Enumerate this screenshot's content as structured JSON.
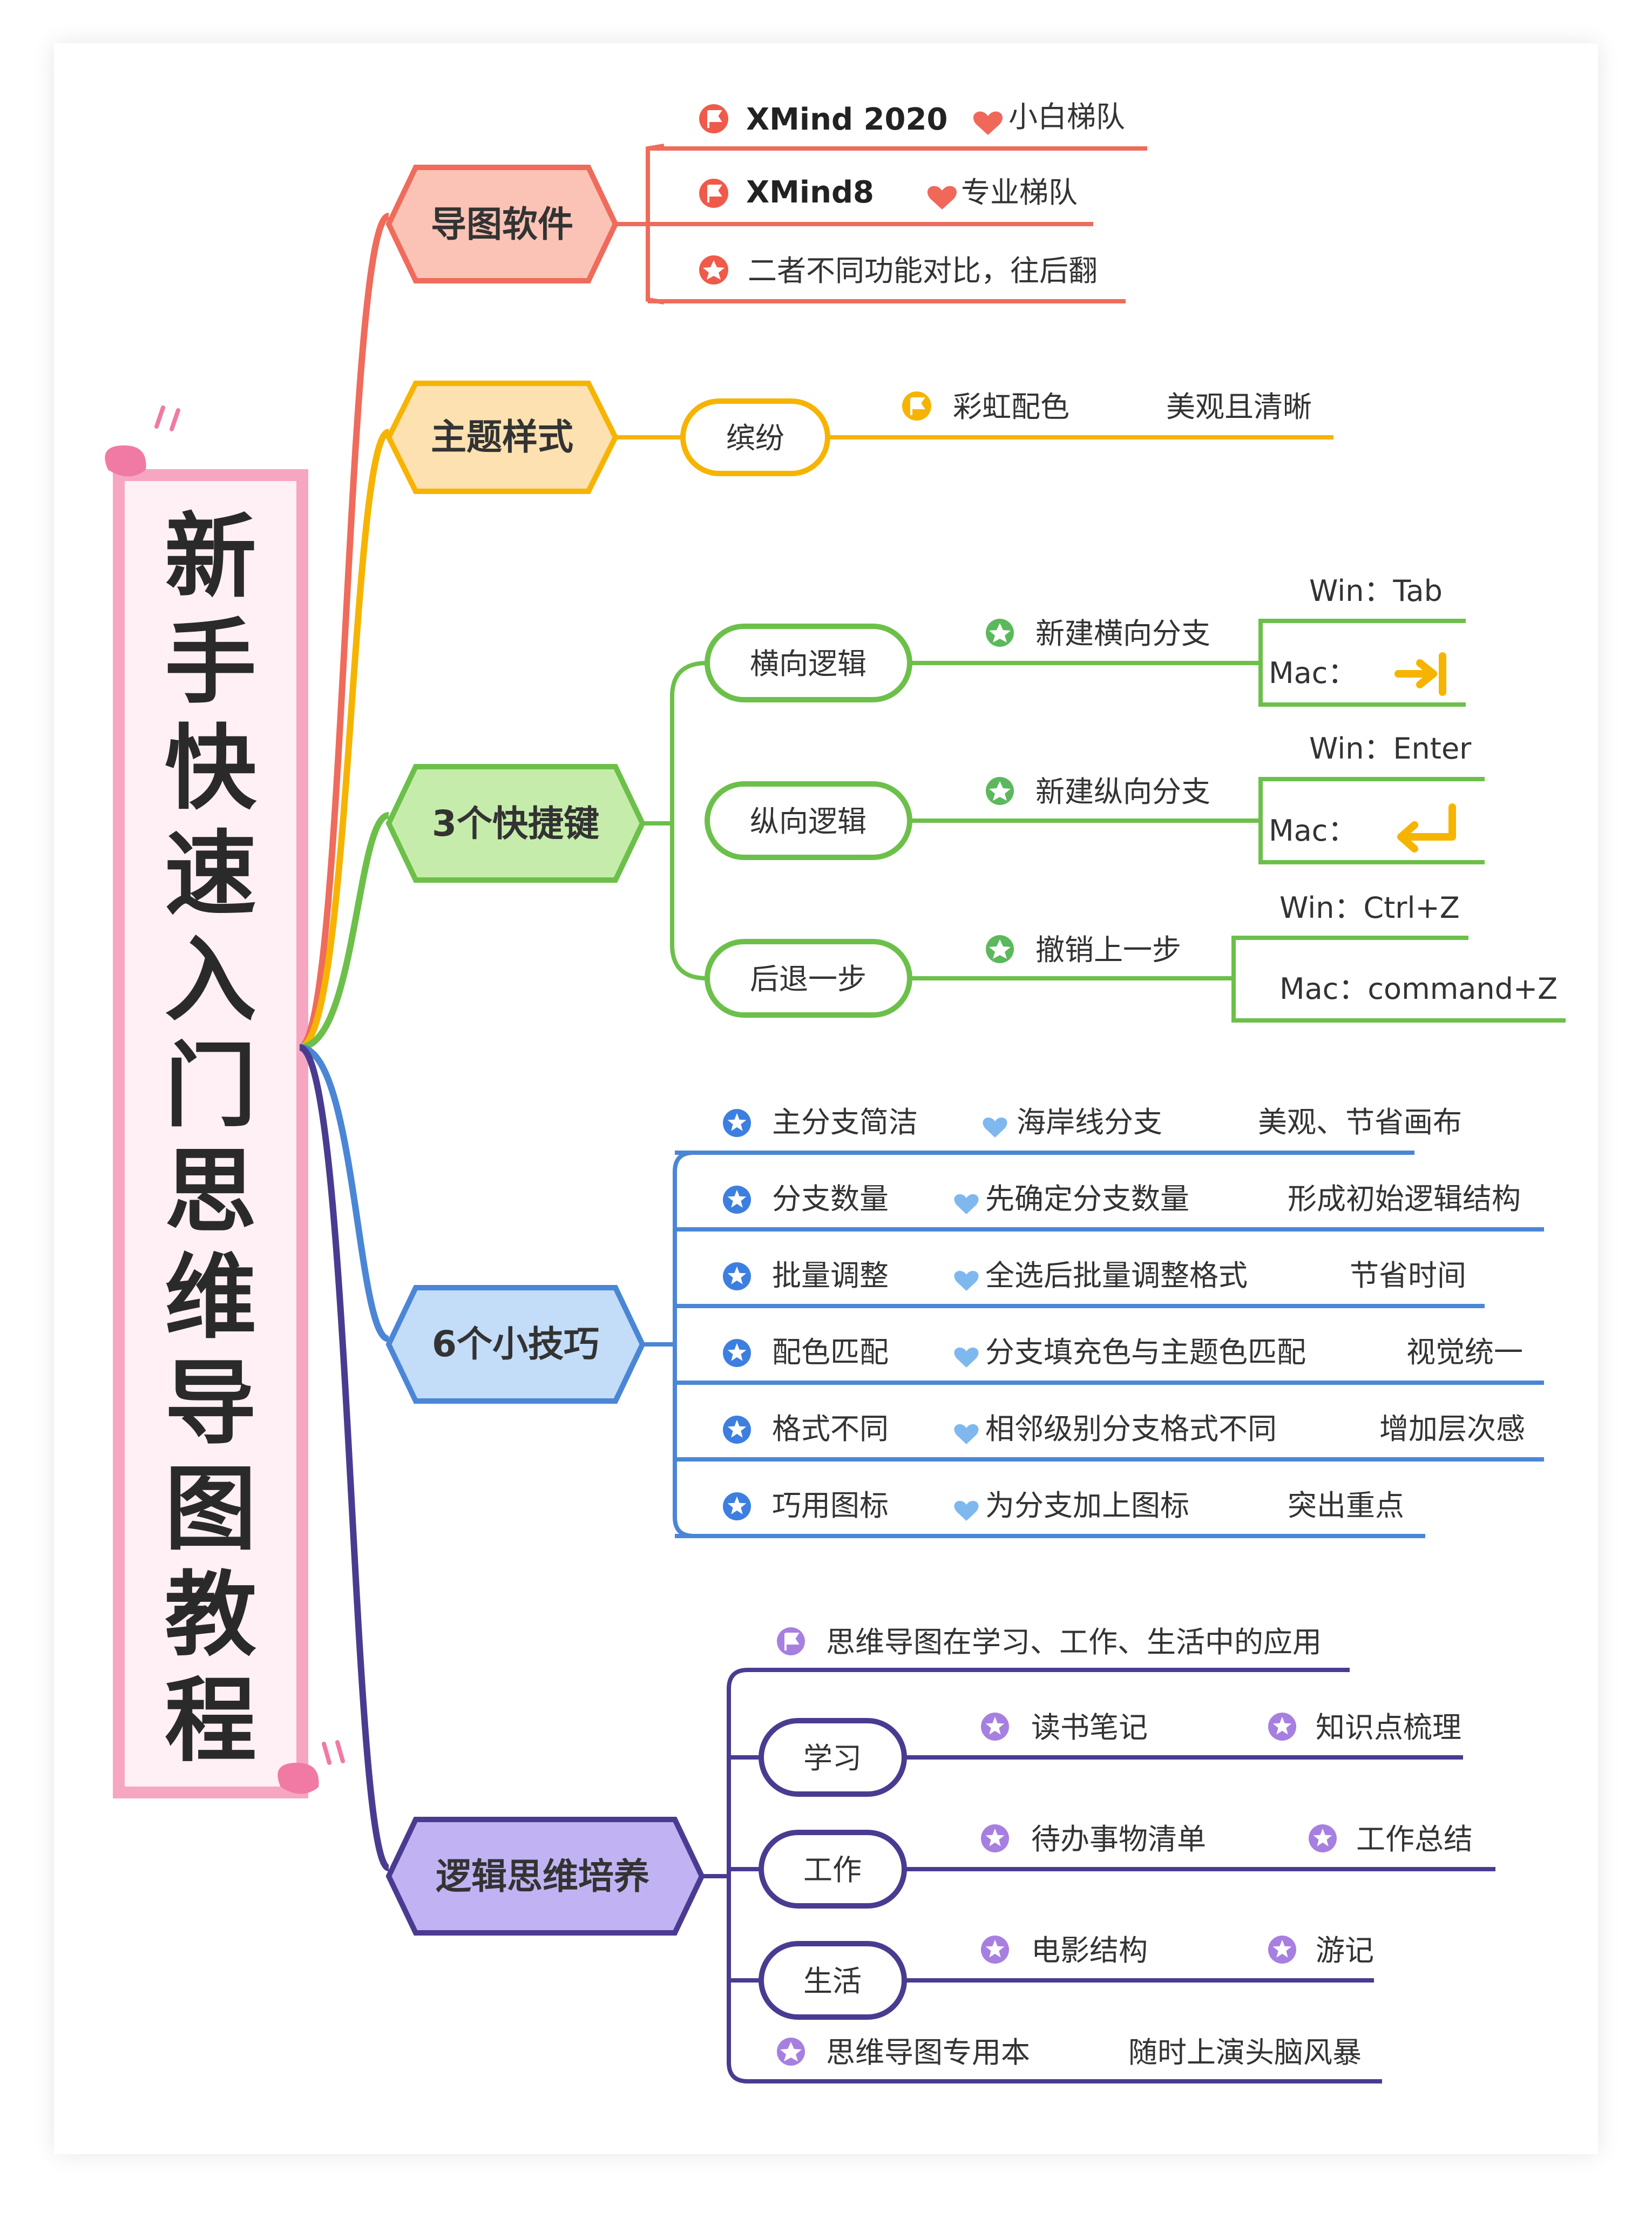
{
  "title": {
    "chars": [
      "新",
      "手",
      "快",
      "速",
      "入",
      "门",
      "思",
      "维",
      "导",
      "图",
      "教",
      "程"
    ]
  },
  "colors": {
    "software": "#ef6b5b",
    "theme": "#f6b400",
    "shortcut": "#6cc04a",
    "tips": "#4b86d6",
    "logic": "#4a3b91",
    "title_frame": "#f7a6c1",
    "title_fill": "#fff0f5"
  },
  "branches": {
    "software": {
      "label": "导图软件",
      "items": [
        {
          "icon": "red-flag-icon",
          "text": "XMind 2020",
          "note_icon": "heart-icon",
          "note": "小白梯队"
        },
        {
          "icon": "red-flag-icon",
          "text": "XMind8",
          "note_icon": "heart-icon",
          "note": "专业梯队"
        },
        {
          "icon": "red-star-icon",
          "text": "二者不同功能对比，往后翻"
        }
      ]
    },
    "theme": {
      "label": "主题样式",
      "sub": "缤纷",
      "item": {
        "icon": "yellow-flag-icon",
        "text": "彩虹配色",
        "extra": "美观且清晰"
      }
    },
    "shortcut": {
      "label": "3个快捷键",
      "groups": [
        {
          "label": "横向逻辑",
          "action": "新建横向分支",
          "win": "Win：Tab",
          "mac": "Mac："
        },
        {
          "label": "纵向逻辑",
          "action": "新建纵向分支",
          "win": "Win：Enter",
          "mac": "Mac："
        },
        {
          "label": "后退一步",
          "action": "撤销上一步",
          "win": "Win：Ctrl+Z",
          "mac": "Mac：command+Z"
        }
      ]
    },
    "tips": {
      "label": "6个小技巧",
      "rows": [
        {
          "a": "主分支简洁",
          "b": "海岸线分支",
          "c": "美观、节省画布"
        },
        {
          "a": "分支数量",
          "b": "先确定分支数量",
          "c": "形成初始逻辑结构"
        },
        {
          "a": "批量调整",
          "b": "全选后批量调整格式",
          "c": "节省时间"
        },
        {
          "a": "配色匹配",
          "b": "分支填充色与主题色匹配",
          "c": "视觉统一"
        },
        {
          "a": "格式不同",
          "b": "相邻级别分支格式不同",
          "c": "增加层次感"
        },
        {
          "a": "巧用图标",
          "b": "为分支加上图标",
          "c": "突出重点"
        }
      ]
    },
    "logic": {
      "label": "逻辑思维培养",
      "top": "思维导图在学习、工作、生活中的应用",
      "groups": [
        {
          "label": "学习",
          "a": "读书笔记",
          "b": "知识点梳理"
        },
        {
          "label": "工作",
          "a": "待办事物清单",
          "b": "工作总结"
        },
        {
          "label": "生活",
          "a": "电影结构",
          "b": "游记"
        }
      ],
      "bottom": {
        "text": "思维导图专用本",
        "extra": "随时上演头脑风暴"
      }
    }
  }
}
